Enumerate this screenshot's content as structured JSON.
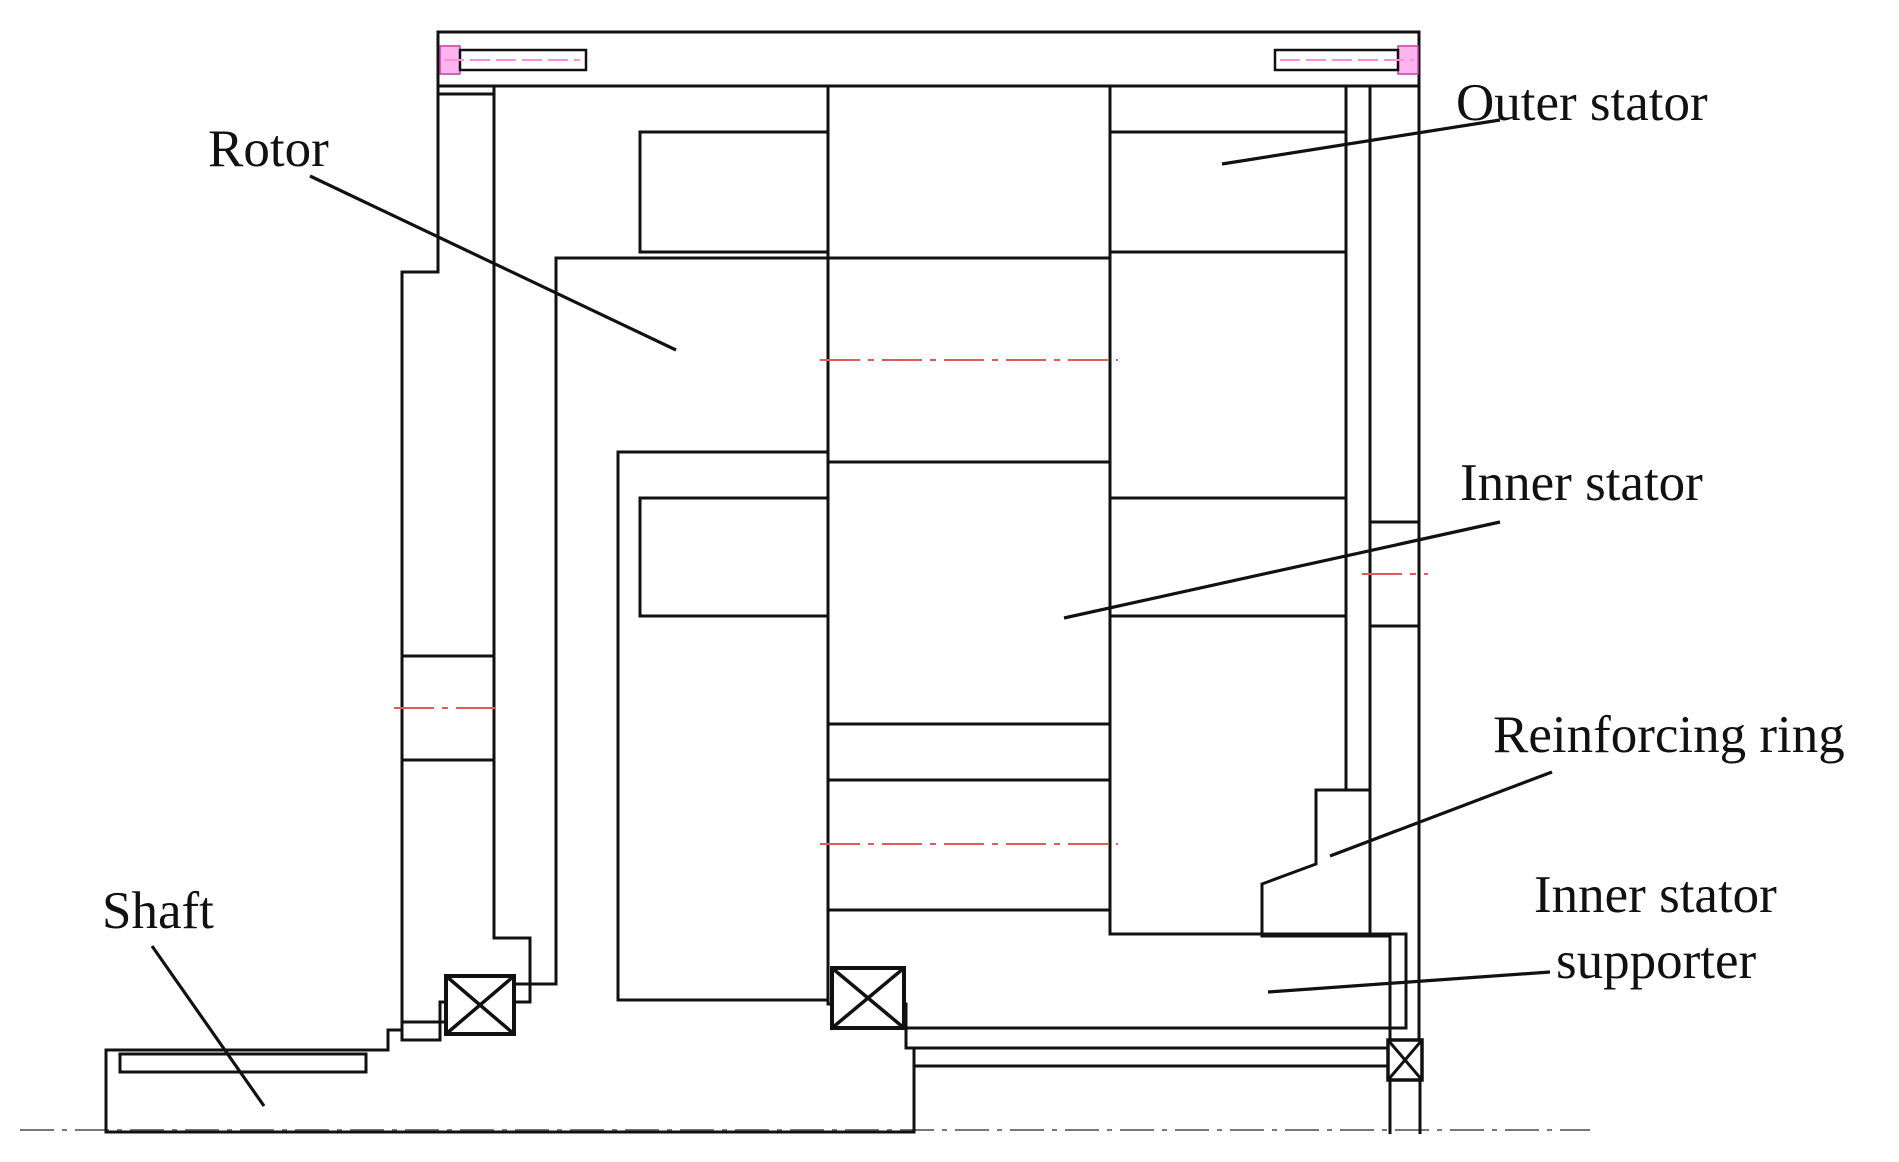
{
  "labels": {
    "rotor": "Rotor",
    "outer_stator": "Outer stator",
    "inner_stator": "Inner stator",
    "reinforcing_ring": "Reinforcing ring",
    "inner_stator_supporter_line1": "Inner stator",
    "inner_stator_supporter_line2": "supporter",
    "shaft": "Shaft"
  },
  "colors": {
    "hatch": "#7fe0ea",
    "fill": "#e9fbfd",
    "outline": "#111111",
    "centerline": "#e05a5a",
    "bolt": "#ff9be8"
  }
}
